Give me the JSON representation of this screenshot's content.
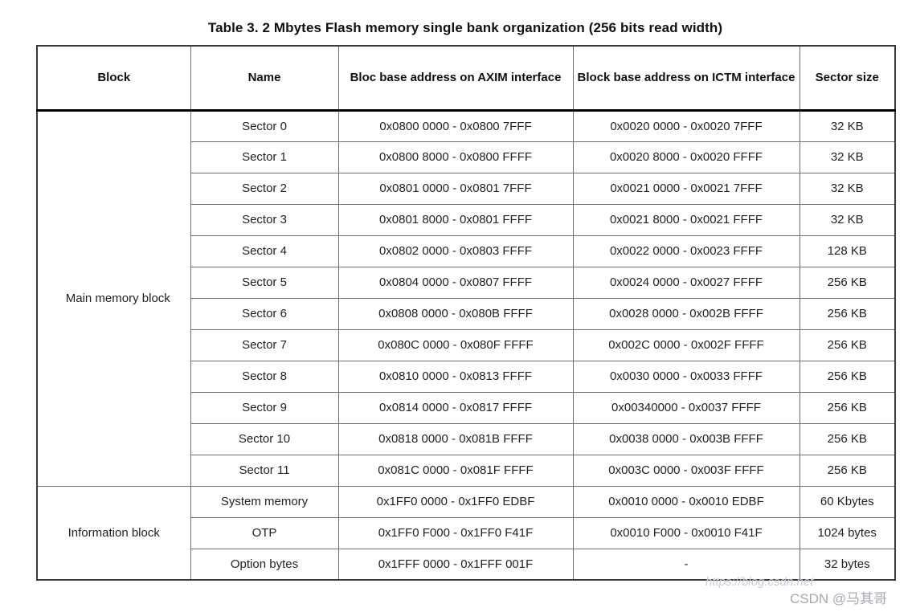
{
  "title": "Table 3. 2 Mbytes Flash memory single bank organization (256 bits read width)",
  "table": {
    "headers": [
      "Block",
      "Name",
      "Bloc base address on AXIM interface",
      "Block base address on ICTM interface",
      "Sector size"
    ],
    "sections": [
      {
        "block": "Main memory block",
        "rows": [
          {
            "name": "Sector 0",
            "axim": "0x0800 0000 - 0x0800 7FFF",
            "ictm": "0x0020 0000 - 0x0020 7FFF",
            "size": "32 KB"
          },
          {
            "name": "Sector 1",
            "axim": "0x0800 8000 - 0x0800 FFFF",
            "ictm": "0x0020 8000 - 0x0020 FFFF",
            "size": "32 KB"
          },
          {
            "name": "Sector 2",
            "axim": "0x0801 0000 - 0x0801 7FFF",
            "ictm": "0x0021 0000 - 0x0021 7FFF",
            "size": "32 KB"
          },
          {
            "name": "Sector 3",
            "axim": "0x0801 8000 - 0x0801 FFFF",
            "ictm": "0x0021 8000 - 0x0021 FFFF",
            "size": "32 KB"
          },
          {
            "name": "Sector 4",
            "axim": "0x0802 0000 - 0x0803 FFFF",
            "ictm": "0x0022 0000 - 0x0023 FFFF",
            "size": "128 KB"
          },
          {
            "name": "Sector 5",
            "axim": "0x0804 0000 - 0x0807 FFFF",
            "ictm": "0x0024 0000 - 0x0027 FFFF",
            "size": "256 KB"
          },
          {
            "name": "Sector 6",
            "axim": "0x0808 0000 - 0x080B FFFF",
            "ictm": "0x0028 0000 - 0x002B FFFF",
            "size": "256 KB"
          },
          {
            "name": "Sector 7",
            "axim": "0x080C 0000 - 0x080F FFFF",
            "ictm": "0x002C 0000 - 0x002F FFFF",
            "size": "256 KB"
          },
          {
            "name": "Sector 8",
            "axim": "0x0810 0000 - 0x0813 FFFF",
            "ictm": "0x0030 0000 - 0x0033 FFFF",
            "size": "256 KB"
          },
          {
            "name": "Sector 9",
            "axim": "0x0814 0000 - 0x0817 FFFF",
            "ictm": "0x00340000 - 0x0037 FFFF",
            "size": "256 KB"
          },
          {
            "name": "Sector 10",
            "axim": "0x0818 0000 - 0x081B FFFF",
            "ictm": "0x0038 0000 - 0x003B FFFF",
            "size": "256 KB"
          },
          {
            "name": "Sector 11",
            "axim": "0x081C 0000 - 0x081F FFFF",
            "ictm": "0x003C 0000 - 0x003F FFFF",
            "size": "256 KB"
          }
        ]
      },
      {
        "block": "Information block",
        "rows": [
          {
            "name": "System memory",
            "axim": "0x1FF0 0000 - 0x1FF0 EDBF",
            "ictm": "0x0010 0000 - 0x0010 EDBF",
            "size": "60 Kbytes"
          },
          {
            "name": "OTP",
            "axim": "0x1FF0 F000 - 0x1FF0 F41F",
            "ictm": "0x0010 F000 - 0x0010 F41F",
            "size": "1024 bytes"
          },
          {
            "name": "Option bytes",
            "axim": "0x1FFF 0000 - 0x1FFF 001F",
            "ictm": "-",
            "size": "32 bytes"
          }
        ]
      }
    ]
  },
  "watermark": {
    "url": "https://blog.csdn.net",
    "handle": "CSDN @马其哥"
  },
  "colors": {
    "text": "#222222",
    "border_inner": "#6e6e6e",
    "border_outer": "#3a3a3a",
    "header_divider": "#000000",
    "watermark_gray": "#a6a9ae",
    "watermark_faint": "#c9ccd1"
  }
}
